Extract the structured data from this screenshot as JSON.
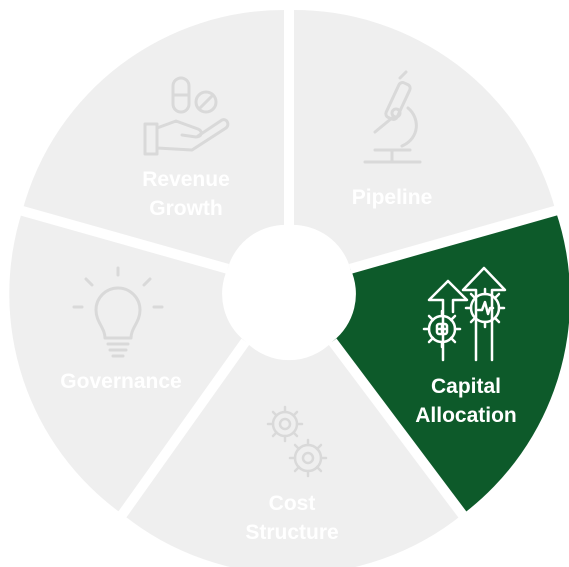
{
  "segments": [
    {
      "id": "pipeline",
      "lines": [
        "Pipeline"
      ],
      "icon": "microscope-icon",
      "active": false
    },
    {
      "id": "capital-allocation",
      "lines": [
        "Capital",
        "Allocation"
      ],
      "icon": "arrows-gears-icon",
      "active": true
    },
    {
      "id": "cost-structure",
      "lines": [
        "Cost",
        "Structure"
      ],
      "icon": "gears-icon",
      "active": false
    },
    {
      "id": "governance",
      "lines": [
        "Governance"
      ],
      "icon": "lightbulb-icon",
      "active": false
    },
    {
      "id": "revenue-growth",
      "lines": [
        "Revenue",
        "Growth"
      ],
      "icon": "hand-pills-icon",
      "active": false
    }
  ],
  "colors": {
    "inactive_fill": "#efefef",
    "inactive_text": "#ffffff",
    "inactive_icon": "#d9d9d9",
    "active_fill": "#0d5a2a",
    "active_text": "#ffffff",
    "active_icon": "#ffffff",
    "separator": "#ffffff"
  }
}
